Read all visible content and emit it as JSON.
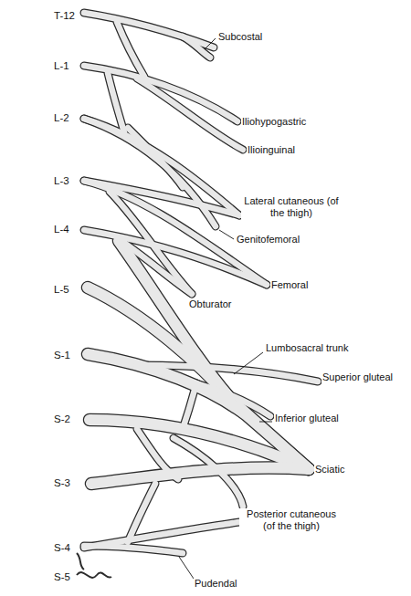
{
  "diagram": {
    "labels": [
      "T-12",
      "Subcostal",
      "L-1",
      "Iliohypogastric",
      "L-2",
      "Ilioinguinal",
      "L-3",
      "Lateral cutaneous (of the thigh)",
      "L-4",
      "Genitofemoral",
      "Femoral",
      "Obturator",
      "L-5",
      "S-1",
      "Lumbosacral trunk",
      "Superior gluteal",
      "S-2",
      "Inferior gluteal",
      "S-3",
      "Sciatic",
      "S-4",
      "Posterior cutaneous (of the thigh)",
      "S-5",
      "Pudendal"
    ]
  }
}
